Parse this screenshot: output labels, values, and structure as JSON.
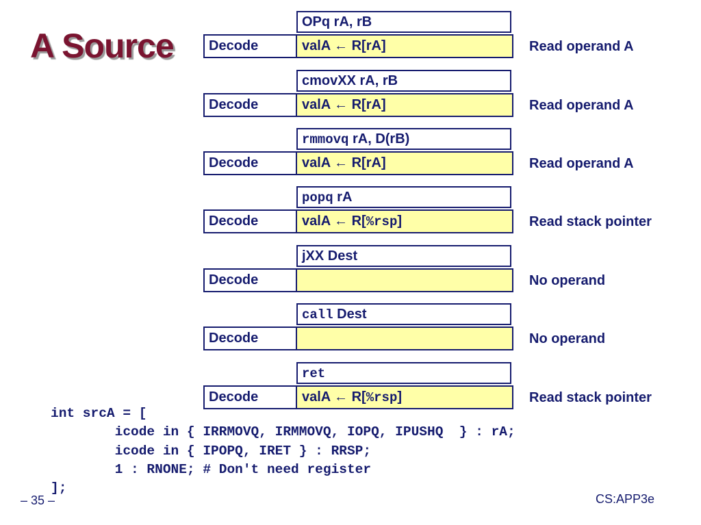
{
  "title": "A Source",
  "stages": [
    {
      "instr": [
        {
          "t": "OPq rA, rB",
          "mono": false
        }
      ],
      "stage": "Decode",
      "action": [
        {
          "t": "valA ← R[rA]",
          "mono": false
        }
      ],
      "desc": "Read operand A"
    },
    {
      "instr": [
        {
          "t": "cmovXX rA, rB",
          "mono": false
        }
      ],
      "stage": "Decode",
      "action": [
        {
          "t": "valA ← R[rA]",
          "mono": false
        }
      ],
      "desc": "Read operand A"
    },
    {
      "instr": [
        {
          "t": "rmmovq",
          "mono": true
        },
        {
          "t": " rA, D(rB)",
          "mono": false
        }
      ],
      "stage": "Decode",
      "action": [
        {
          "t": "valA ← R[rA]",
          "mono": false
        }
      ],
      "desc": "Read operand A"
    },
    {
      "instr": [
        {
          "t": "popq",
          "mono": true
        },
        {
          "t": " rA",
          "mono": false
        }
      ],
      "stage": "Decode",
      "action": [
        {
          "t": "valA ← R[",
          "mono": false
        },
        {
          "t": "%rsp",
          "mono": true
        },
        {
          "t": "]",
          "mono": false
        }
      ],
      "desc": "Read stack pointer"
    },
    {
      "instr": [
        {
          "t": "jXX Dest",
          "mono": false
        }
      ],
      "stage": "Decode",
      "action": [],
      "desc": "No operand"
    },
    {
      "instr": [
        {
          "t": "call",
          "mono": true
        },
        {
          "t": " Dest",
          "mono": false
        }
      ],
      "stage": "Decode",
      "action": [],
      "desc": "No operand"
    },
    {
      "instr": [
        {
          "t": "ret",
          "mono": true
        }
      ],
      "stage": "Decode",
      "action": [
        {
          "t": "valA ← R[",
          "mono": false
        },
        {
          "t": "%rsp",
          "mono": true
        },
        {
          "t": "]",
          "mono": false
        }
      ],
      "desc": "Read stack pointer"
    }
  ],
  "code": [
    "int srcA = [",
    "        icode in { IRRMOVQ, IRMMOVQ, IOPQ, IPUSHQ  } : rA;",
    "        icode in { IPOPQ, IRET } : RRSP;",
    "        1 : RNONE; # Don't need register",
    "];"
  ],
  "footer": {
    "page": "– 35 –",
    "label": "CS:APP3e"
  }
}
